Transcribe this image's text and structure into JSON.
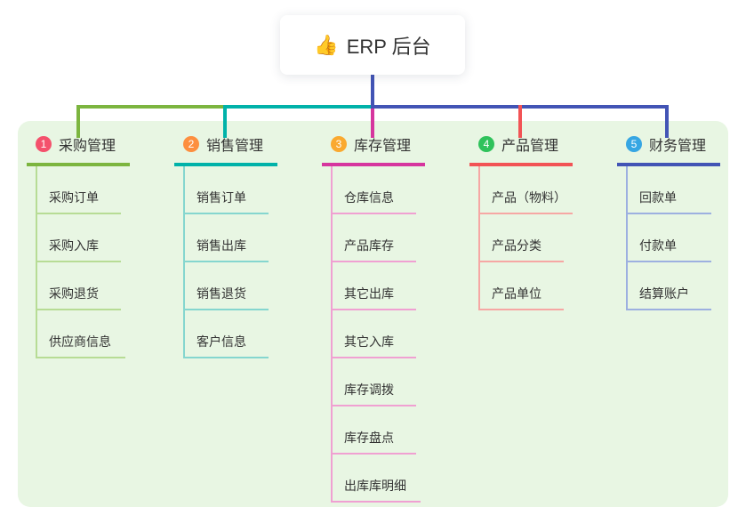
{
  "root": {
    "icon": "👍",
    "label": "ERP 后台"
  },
  "connector": {
    "root_color": "#4254b5"
  },
  "panel_color": "#e8f6e3",
  "branches": [
    {
      "badge": "1",
      "label": "采购管理",
      "colors": {
        "main": "#7cb53f",
        "light": "#b7dc95",
        "badge": "#f4516c"
      },
      "children": [
        "采购订单",
        "采购入库",
        "采购退货",
        "供应商信息"
      ]
    },
    {
      "badge": "2",
      "label": "销售管理",
      "colors": {
        "main": "#00b2a9",
        "light": "#85d6cf",
        "badge": "#fd8f3f"
      },
      "children": [
        "销售订单",
        "销售出库",
        "销售退货",
        "客户信息"
      ]
    },
    {
      "badge": "3",
      "label": "库存管理",
      "colors": {
        "main": "#d6359e",
        "light": "#f0a0d2",
        "badge": "#faa92f"
      },
      "children": [
        "仓库信息",
        "产品库存",
        "其它出库",
        "其它入库",
        "库存调拨",
        "库存盘点",
        "出库库明细"
      ]
    },
    {
      "badge": "4",
      "label": "产品管理",
      "colors": {
        "main": "#f25355",
        "light": "#f6a7a4",
        "badge": "#2fc25b"
      },
      "children": [
        "产品（物料）",
        "产品分类",
        "产品单位"
      ]
    },
    {
      "badge": "5",
      "label": "财务管理",
      "colors": {
        "main": "#4254b5",
        "light": "#9db0e0",
        "badge": "#36a6e3"
      },
      "children": [
        "回款单",
        "付款单",
        "结算账户"
      ]
    }
  ]
}
